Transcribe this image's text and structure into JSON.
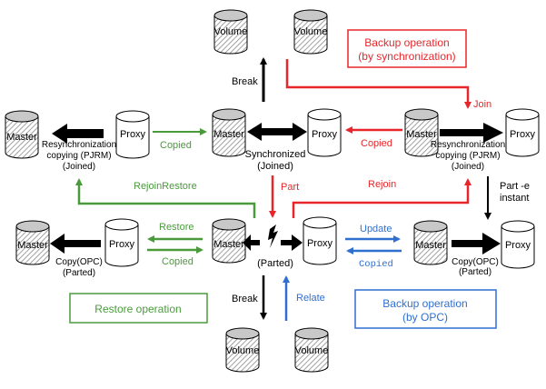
{
  "colors": {
    "red": "#e8262a",
    "green": "#4a9a3c",
    "blue": "#2f6fd0",
    "black": "#000000"
  },
  "cylinders": {
    "master": "Master",
    "proxy": "Proxy",
    "volume": "Volume"
  },
  "labels": {
    "break_top": "Break",
    "break_bottom": "Break",
    "join": "Join",
    "part": "Part",
    "rejoin": "Rejoin",
    "rejoin_restore": "RejoinRestore",
    "restore": "Restore",
    "copied_green_top": "Copied",
    "copied_green_bottom": "Copied",
    "copied_red": "Copied",
    "copied_blue": "Copied",
    "update": "Update",
    "relate": "Relate",
    "part_e_line1": "Part -e",
    "part_e_line2": "instant",
    "synchronized_line1": "Synchronized",
    "synchronized_line2": "(Joined)",
    "parted": "(Parted)",
    "resync_left_line1": "Resynchronization",
    "resync_left_line2": "copying (PJRM)",
    "resync_left_line3": "(Joined)",
    "resync_right_line1": "Resynchronization",
    "resync_right_line2": "copying (PJRM)",
    "resync_right_line3": "(Joined)",
    "copy_opc_left_line1": "Copy(OPC)",
    "copy_opc_left_line2": "(Parted)",
    "copy_opc_right_line1": "Copy(OPC)",
    "copy_opc_right_line2": "(Parted)"
  },
  "boxes": {
    "backup_sync_line1": "Backup operation",
    "backup_sync_line2": "(by synchronization)",
    "restore_op": "Restore operation",
    "backup_opc_line1": "Backup operation",
    "backup_opc_line2": "(by OPC)"
  }
}
